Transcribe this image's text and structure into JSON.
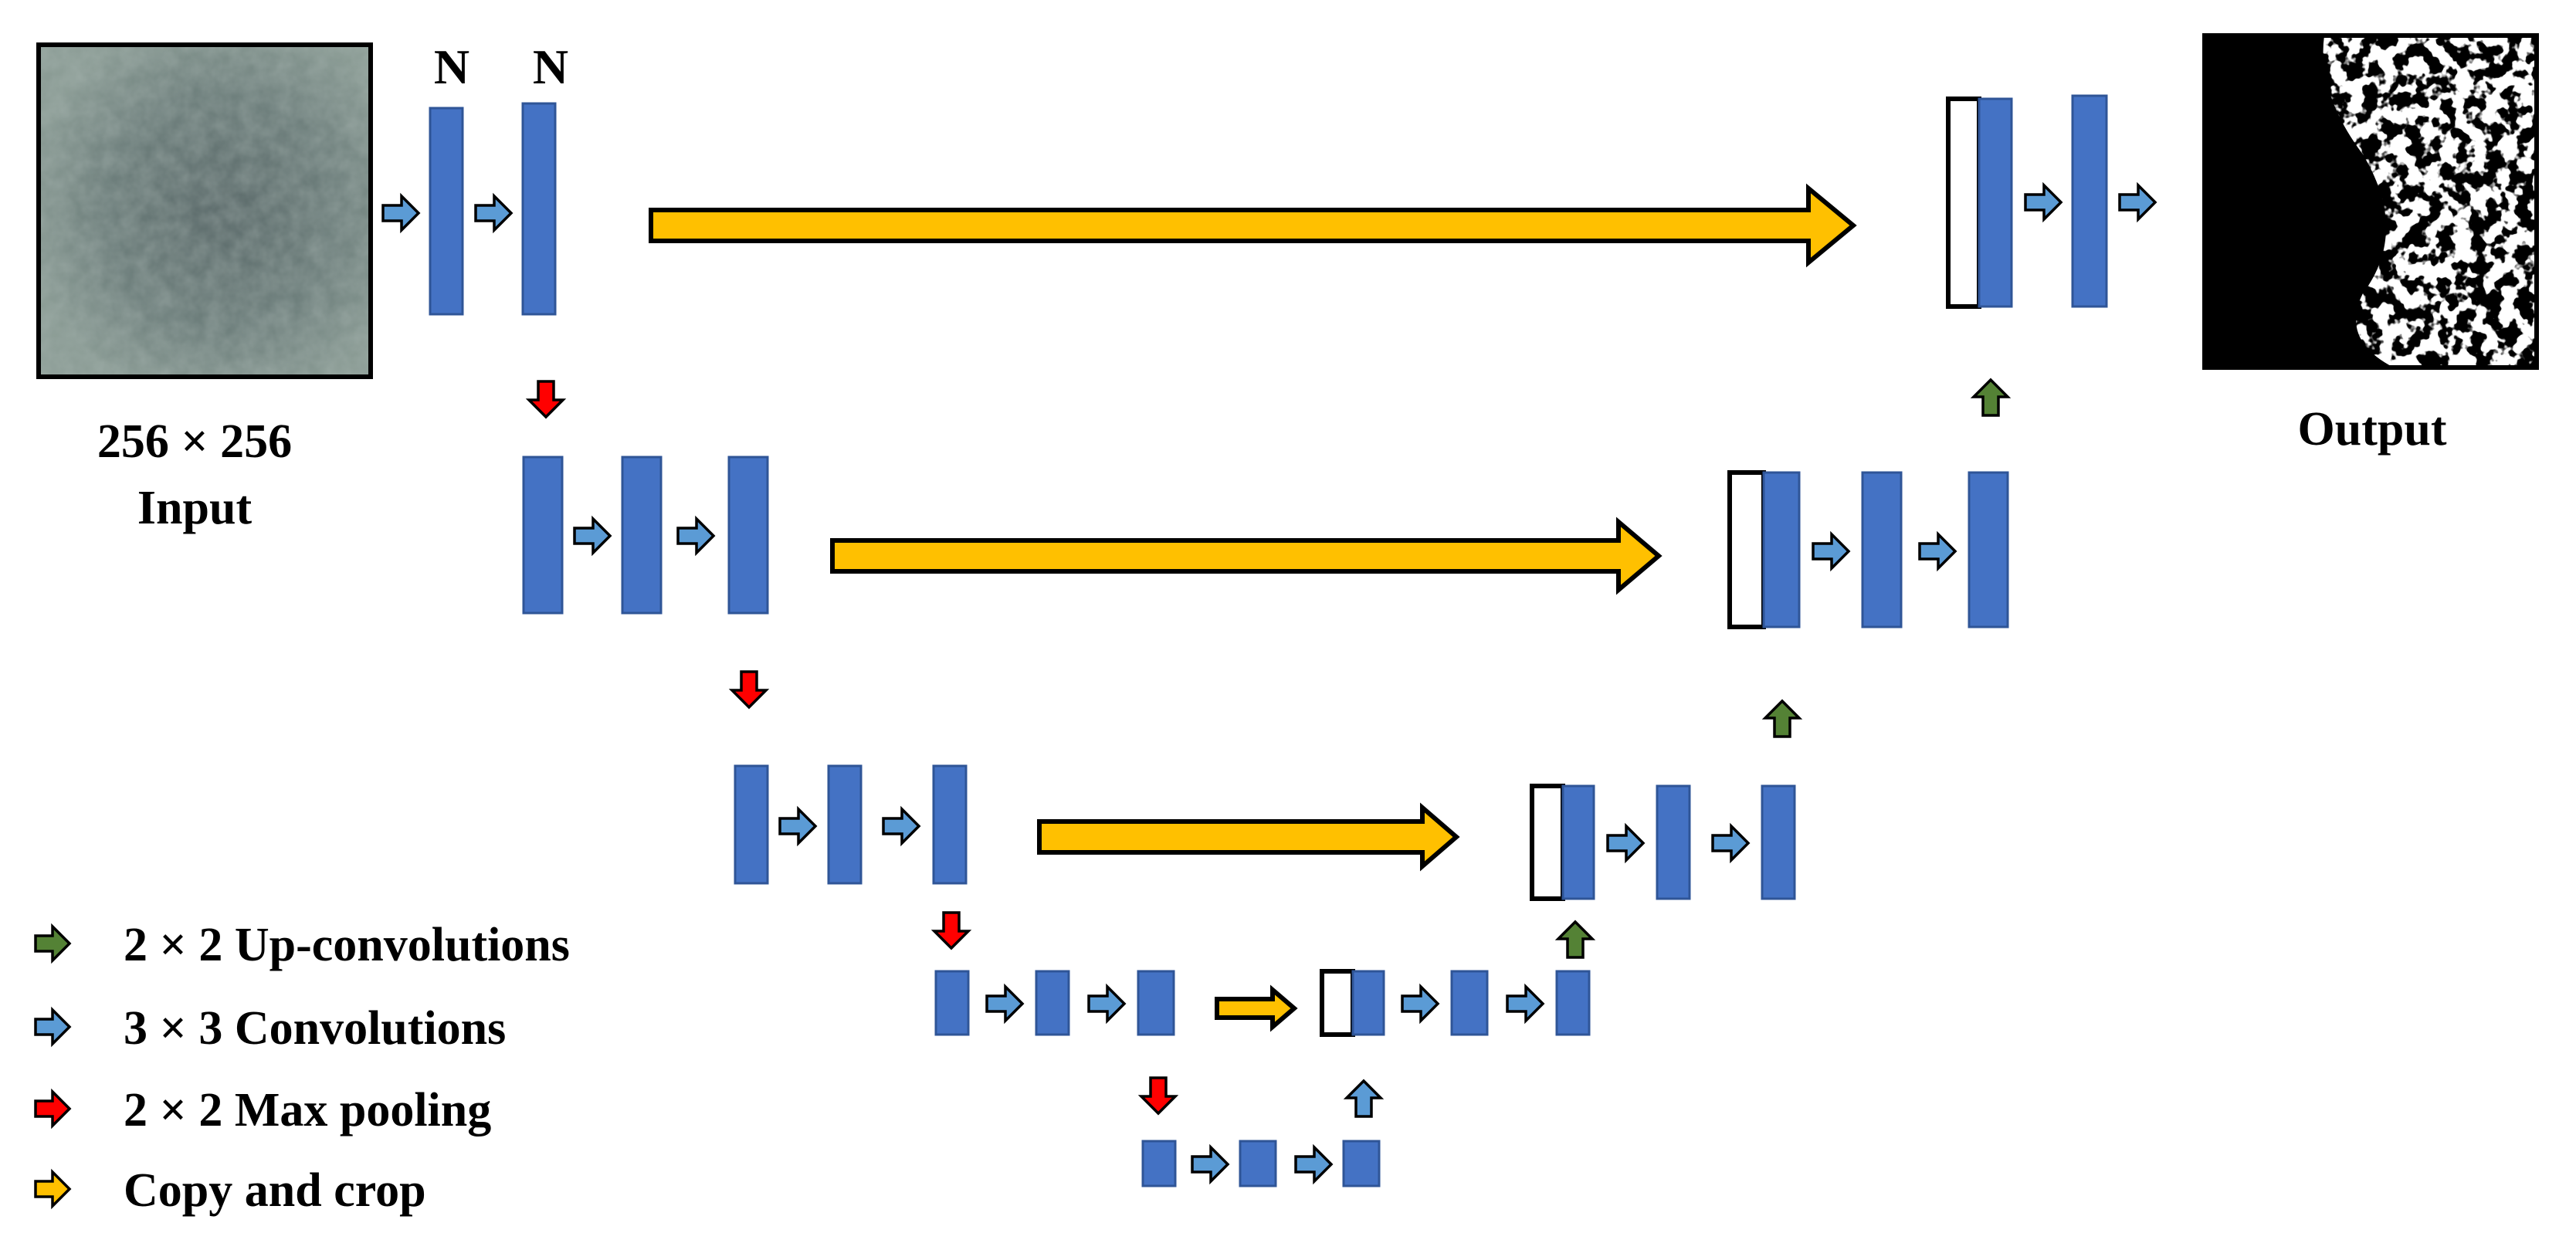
{
  "colors": {
    "feature_map": "#4472C4",
    "feature_map_stroke": "#2F5597",
    "conv_arrow": "#5B9BD5",
    "pool_arrow": "#FF0000",
    "upconv_arrow": "#548235",
    "copy_arrow": "#FFC000",
    "outline": "#000000"
  },
  "input": {
    "size_label": "256 × 256",
    "caption": "Input"
  },
  "output": {
    "caption": "Output"
  },
  "channel_labels": [
    "N",
    "N"
  ],
  "legend": [
    {
      "icon": "up-convolution-arrow",
      "color": "#548235",
      "label": "2 × 2 Up-convolutions"
    },
    {
      "icon": "convolution-arrow",
      "color": "#5B9BD5",
      "label": "3 × 3 Convolutions"
    },
    {
      "icon": "max-pooling-arrow",
      "color": "#FF0000",
      "label": "2 × 2 Max pooling"
    },
    {
      "icon": "copy-crop-arrow",
      "color": "#FFC000",
      "label": "Copy and crop"
    }
  ]
}
